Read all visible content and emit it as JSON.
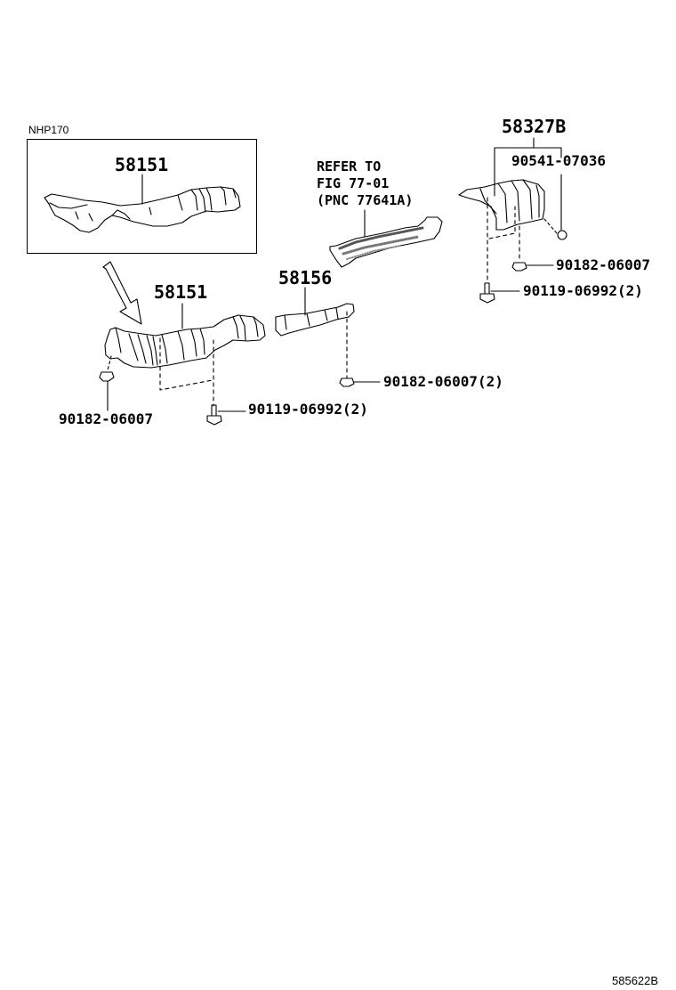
{
  "diagram": {
    "variant_label": "NHP170",
    "figure_code": "585622B",
    "inset": {
      "part_number": "58151"
    },
    "reference_note": {
      "line1": "REFER TO",
      "line2": "FIG 77-01",
      "line3": "(PNC 77641A)"
    },
    "parts": {
      "main_insulator": "58151",
      "center_insulator": "58156",
      "rear_insulator_set": "58327B",
      "rear_clip": "90541-07036",
      "rear_nut": "90182-06007",
      "rear_bolt": "90119-06992(2)",
      "center_nut": "90182-06007(2)",
      "main_bolt": "90119-06992(2)",
      "front_nut": "90182-06007"
    }
  }
}
